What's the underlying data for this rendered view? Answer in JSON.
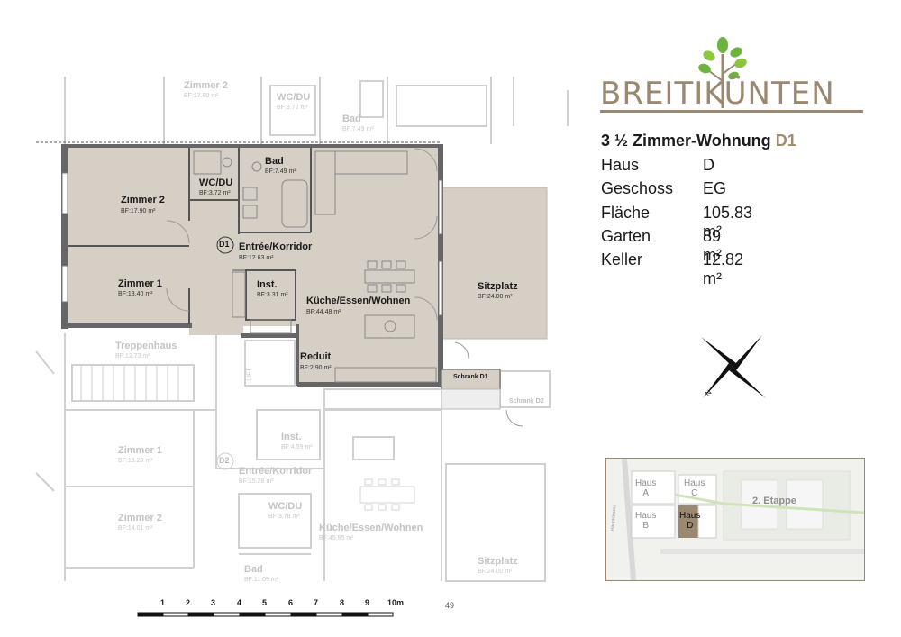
{
  "brand": {
    "name": "BREITIKÜNTEN",
    "accent_color": "#9a8870",
    "logo_icon": "tree-icon"
  },
  "unit_info": {
    "title_prefix": "3 ½ Zimmer-Wohnung",
    "unit_id": "D1",
    "rows": [
      {
        "label": "Haus",
        "value": "D"
      },
      {
        "label": "Geschoss",
        "value": "EG"
      },
      {
        "label": "Fläche",
        "value": "105.83 m²"
      },
      {
        "label": "Garten",
        "value": "89 m²"
      },
      {
        "label": "Keller",
        "value": "12.82 m²"
      }
    ]
  },
  "rooms": {
    "zimmer2": {
      "name": "Zimmer 2",
      "area": "BF:17.90 m²"
    },
    "wcdu": {
      "name": "WC/DU",
      "area": "BF:3.72 m²"
    },
    "bad": {
      "name": "Bad",
      "area": "BF:7.49 m²"
    },
    "unit_marker": "D1",
    "entree": {
      "name": "Entrée/Korridor",
      "area": "BF:12.63 m²"
    },
    "zimmer1": {
      "name": "Zimmer 1",
      "area": "BF:13.40 m²"
    },
    "inst": {
      "name": "Inst.",
      "area": "BF:3.31 m²"
    },
    "kueche": {
      "name": "Küche/Essen/Wohnen",
      "area": "BF:44.48 m²"
    },
    "sitzplatz": {
      "name": "Sitzplatz",
      "area": "BF:24.00 m²"
    },
    "reduit": {
      "name": "Reduit",
      "area": "BF:2.90 m²"
    },
    "schrank_d1": "Schrank D1",
    "schrank_d2": "Schrank D2"
  },
  "ghost_rooms": {
    "zimmer2_top": {
      "name": "Zimmer 2",
      "area": "BF:17.90 m²"
    },
    "wcdu_top": {
      "name": "WC/DU",
      "area": "BF:3.72 m²"
    },
    "bad_top": {
      "name": "Bad",
      "area": "BF:7.49 m²"
    },
    "treppenhaus": {
      "name": "Treppenhaus",
      "area": "BF:12.73 m²"
    },
    "lift": "LIFT",
    "zimmer1_d2": {
      "name": "Zimmer 1",
      "area": "BF:13.20 m²"
    },
    "inst_d2": {
      "name": "Inst.",
      "area": "BF:4.59 m²"
    },
    "marker_d2": "D2",
    "entree_d2": {
      "name": "Entrée/Korridor",
      "area": "BF:15.28 m²"
    },
    "zimmer2_d2": {
      "name": "Zimmer 2",
      "area": "BF:14.01 m²"
    },
    "wcdu_d2": {
      "name": "WC/DU",
      "area": "BF:3.78 m²"
    },
    "kueche_d2": {
      "name": "Küche/Essen/Wohnen",
      "area": "BF:45.95 m²"
    },
    "bad_d2": {
      "name": "Bad",
      "area": "BF:11.09 m²"
    },
    "sitzplatz_d2": {
      "name": "Sitzplatz",
      "area": "BF:24.00 m²"
    }
  },
  "scale_bar": {
    "labels": [
      "1",
      "2",
      "3",
      "4",
      "5",
      "6",
      "7",
      "8",
      "9",
      "10m"
    ]
  },
  "page_number": "49",
  "site_plan": {
    "haus_a": "Haus\nA",
    "haus_b": "Haus\nB",
    "haus_c": "Haus\nC",
    "haus_d": "Haus\nD",
    "etappe": "2. Etappe",
    "street": "Hauptstrasse"
  },
  "compass_icon": "north-arrow-icon"
}
